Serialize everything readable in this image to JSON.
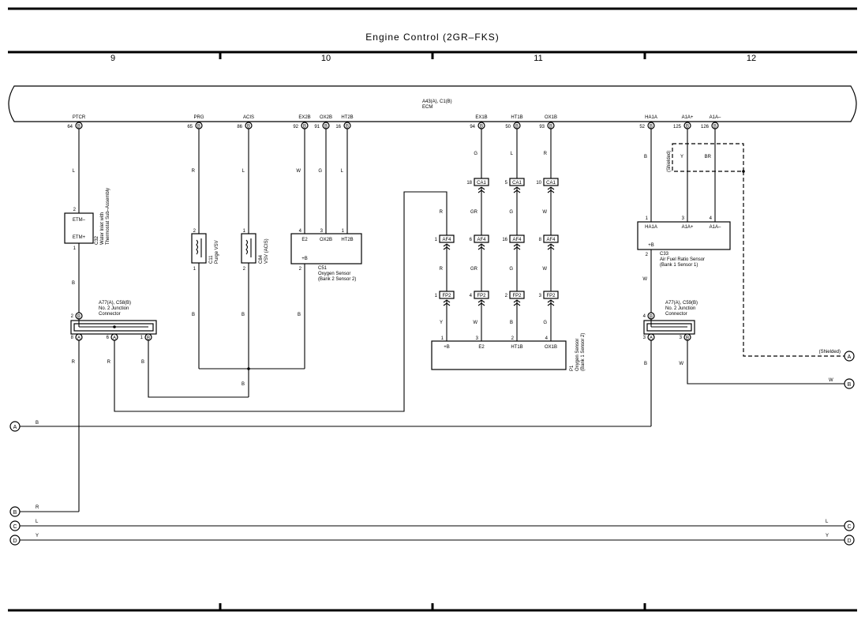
{
  "title": "Engine Control (2GR–FKS)",
  "columns": [
    "9",
    "10",
    "11",
    "12"
  ],
  "ecm": {
    "label1": "A43(A), C1(B)",
    "label2": "ECM"
  },
  "ecm_pins": [
    {
      "name": "PTCR",
      "num": "64",
      "conn": "B"
    },
    {
      "name": "PRG",
      "num": "65",
      "conn": "B"
    },
    {
      "name": "ACIS",
      "num": "86",
      "conn": "B"
    },
    {
      "name": "EX2B",
      "num": "92",
      "conn": "B"
    },
    {
      "name": "OX2B",
      "num": "91",
      "conn": "B"
    },
    {
      "name": "HT2B",
      "num": "16",
      "conn": "B"
    },
    {
      "name": "EX1B",
      "num": "94",
      "conn": "B"
    },
    {
      "name": "HT1B",
      "num": "50",
      "conn": "B"
    },
    {
      "name": "OX1B",
      "num": "93",
      "conn": "B"
    },
    {
      "name": "HA1A",
      "num": "52",
      "conn": "B"
    },
    {
      "name": "A1A+",
      "num": "125",
      "conn": "B"
    },
    {
      "name": "A1A–",
      "num": "126",
      "conn": "B"
    }
  ],
  "wire_colors": {
    "ptcr": "L",
    "prg": "R",
    "acis": "L",
    "ex2b": "W",
    "ox2b": "G",
    "ht2b": "L",
    "ex1b": "G",
    "ht1b": "L",
    "ox1b": "R",
    "ha1a": "B",
    "a1ap": "Y",
    "a1am": "BR",
    "c32_down": "B",
    "c58_left": "R",
    "c58_mid": "R",
    "c58_right": "B",
    "c11_down": "B",
    "c84_down": "B",
    "c51_down": "B",
    "join_down": "B",
    "af_left": "R",
    "ca1_ex": "GR",
    "ca1_ht": "G",
    "ca1_ox": "W",
    "af4_left": "R",
    "af4_ex": "GR",
    "af4_ht": "G",
    "af4_ox": "W",
    "fp2_left": "Y",
    "fp2_ex": "W",
    "fp2_ht": "B",
    "fp2_ox": "G",
    "c33_down": "W",
    "c59_left": "B",
    "c59_right": "W",
    "line_a": "B",
    "line_b": "R",
    "line_c": "L",
    "line_d": "Y",
    "line_c_end": "L",
    "line_d_end": "Y",
    "out_w": "W"
  },
  "components": {
    "c32": {
      "pin_top": "2",
      "pin_bottom": "1",
      "label_top": "ETM–",
      "label_bottom": "ETM+",
      "name": "C32",
      "desc1": "Water Inlet with",
      "desc2": "Thermostat Sub–Assembly"
    },
    "c11": {
      "pin_top": "2",
      "pin_bottom": "1",
      "name": "C11",
      "desc": "Purge VSV"
    },
    "c84": {
      "pin_top": "1",
      "pin_bottom": "2",
      "name": "C84",
      "desc": "VSV (ACIS)"
    },
    "c51": {
      "p1": "4",
      "p2": "3",
      "p3": "1",
      "l1": "E2",
      "l2": "OX2B",
      "l3": "HT2B",
      "plus": "+B",
      "pin_bottom": "2",
      "name": "C51",
      "desc1": "Oxygen Sensor",
      "desc2": "(Bank 2 Sensor 2)"
    },
    "p1": {
      "p1": "1",
      "p2": "3",
      "p3": "2",
      "p4": "4",
      "l1": "+B",
      "l2": "E2",
      "l3": "HT1B",
      "l4": "OX1B",
      "name": "P1",
      "desc1": "Oxygen Sensor",
      "desc2": "(Bank 1 Sensor 2)"
    },
    "c33": {
      "p1": "1",
      "p2": "3",
      "p3": "4",
      "l1": "HA1A",
      "l2": "A1A+",
      "l3": "A1A–",
      "plus": "+B",
      "pin_bottom": "2",
      "name": "C33",
      "desc1": "Air Fuel Ratio Sensor",
      "desc2": "(Bank 1 Sensor 1)"
    },
    "j58": {
      "label1": "A77(A), C58(B)",
      "label2": "No. 2 Junction",
      "label3": "Connector",
      "pin_top": "2",
      "pin_top_c": "B",
      "p1": "8",
      "p1c": "A",
      "p2": "6",
      "p2c": "A",
      "p3": "1",
      "p3c": "B"
    },
    "j59": {
      "label1": "A77(A), C59(B)",
      "label2": "No. 2 Junction",
      "label3": "Connector",
      "pin_top": "4",
      "pin_top_c": "B",
      "p1": "3",
      "p1c": "A",
      "p2": "3",
      "p2c": "B"
    }
  },
  "connectors": {
    "ca1": {
      "name": "CA1",
      "pins": [
        "18",
        "5",
        "10"
      ]
    },
    "af4": {
      "name": "AF4",
      "pins": [
        "1",
        "6",
        "16",
        "8"
      ]
    },
    "fp2": {
      "name": "FP2",
      "pins": [
        "1",
        "4",
        "2",
        "3"
      ]
    }
  },
  "shielded": "(Shielded)",
  "refs": {
    "a": "A",
    "b": "B",
    "c": "C",
    "d": "D"
  }
}
